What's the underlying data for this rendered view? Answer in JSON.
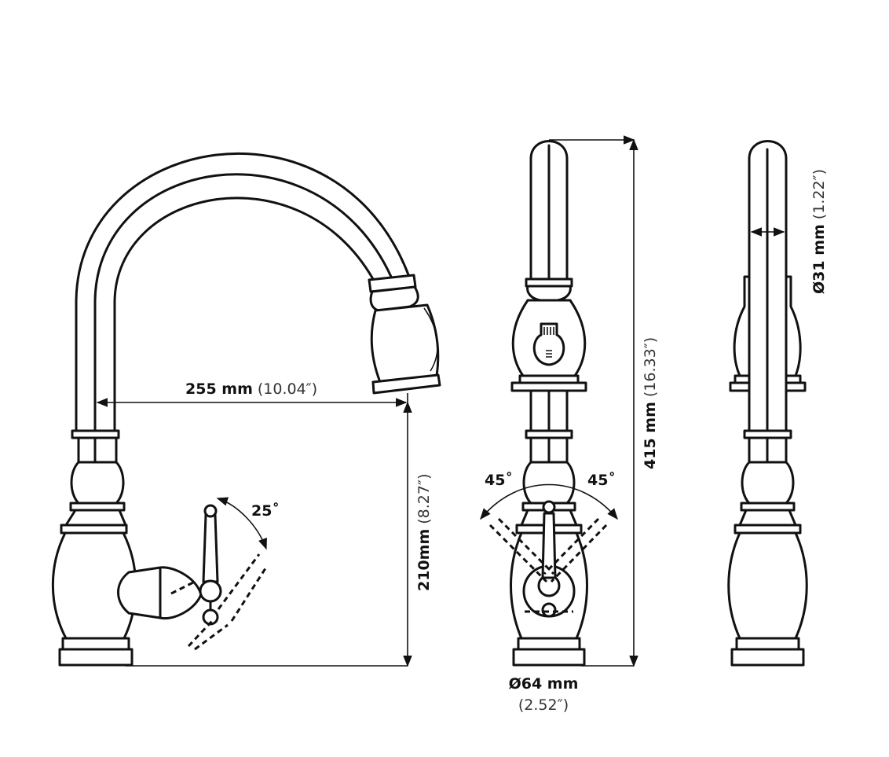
{
  "dimensions": {
    "spout_reach": {
      "value": "255 mm",
      "imperial": "(10.04″)"
    },
    "spout_height": {
      "value": "210mm",
      "imperial": "(8.27″)"
    },
    "total_height": {
      "value": "415 mm",
      "imperial": "(16.33″)"
    },
    "base_diameter": {
      "value": "Ø64 mm",
      "imperial": "(2.52″)"
    },
    "spout_diameter": {
      "value": "Ø31 mm",
      "imperial": "(1.22″)"
    },
    "handle_tilt": {
      "value": "25˚"
    },
    "handle_rotation_left": {
      "value": "45˚"
    },
    "handle_rotation_right": {
      "value": "45˚"
    }
  },
  "colors": {
    "stroke": "#111111",
    "background": "#ffffff"
  }
}
